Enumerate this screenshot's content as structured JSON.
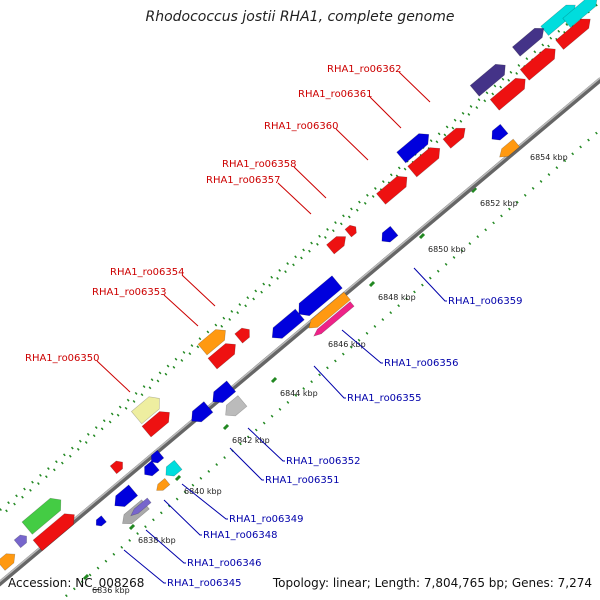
{
  "title": "Rhodococcus jostii RHA1, complete genome",
  "footer": {
    "accession": "Accession: NC_008268",
    "summary": "Topology: linear; Length: 7,804,765 bp; Genes: 7,274"
  },
  "colors": {
    "backbone": "#888888",
    "forward_label": "#cc0000",
    "reverse_label": "#0000aa",
    "tick": "#228822"
  },
  "scale_labels": [
    "6836 kbp",
    "6838 kbp",
    "6840 kbp",
    "6842 kbp",
    "6844 kbp",
    "6846 kbp",
    "6848 kbp",
    "6850 kbp",
    "6852 kbp",
    "6854 kbp"
  ],
  "forward_genes": [
    {
      "name": "RHA1_ro06350"
    },
    {
      "name": "RHA1_ro06353"
    },
    {
      "name": "RHA1_ro06354"
    },
    {
      "name": "RHA1_ro06357"
    },
    {
      "name": "RHA1_ro06358"
    },
    {
      "name": "RHA1_ro06360"
    },
    {
      "name": "RHA1_ro06361"
    },
    {
      "name": "RHA1_ro06362"
    }
  ],
  "reverse_genes": [
    {
      "name": "RHA1_ro06345"
    },
    {
      "name": "RHA1_ro06346"
    },
    {
      "name": "RHA1_ro06348"
    },
    {
      "name": "RHA1_ro06349"
    },
    {
      "name": "RHA1_ro06351"
    },
    {
      "name": "RHA1_ro06352"
    },
    {
      "name": "RHA1_ro06355"
    },
    {
      "name": "RHA1_ro06356"
    },
    {
      "name": "RHA1_ro06359"
    }
  ]
}
